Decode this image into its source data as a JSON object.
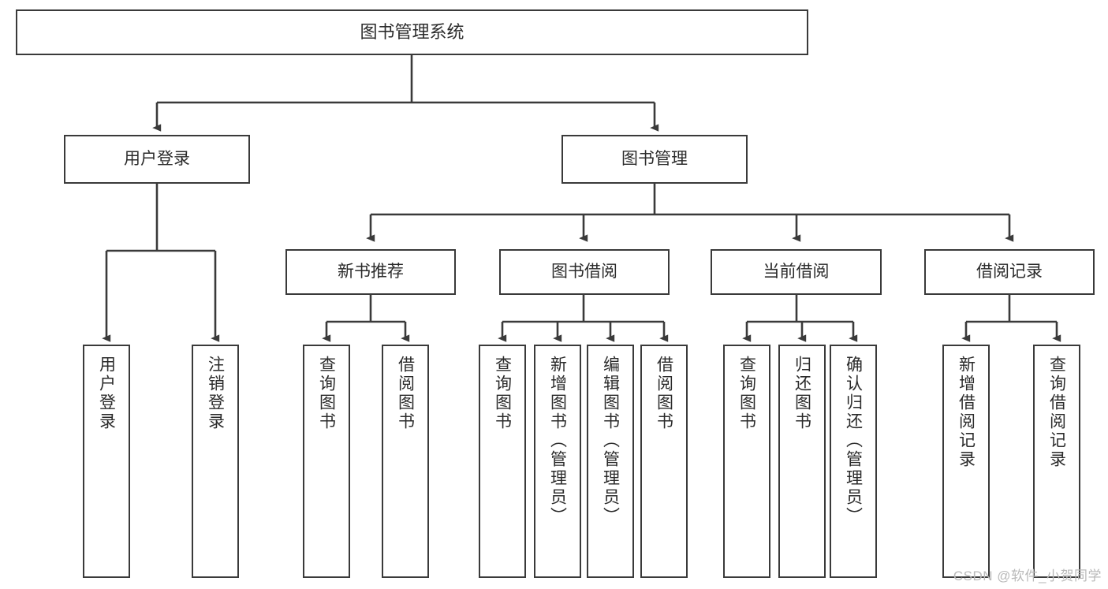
{
  "diagram": {
    "type": "tree",
    "title": "图书管理系统",
    "orientation": "top-down",
    "theme": {
      "background": "#ffffff",
      "node_fill": "#ffffff",
      "node_stroke": "#3a3a3a",
      "edge_stroke": "#3a3a3a",
      "text_color": "#2b2b2b",
      "watermark_color": "#b9b9b9"
    },
    "root": {
      "label": "图书管理系统"
    },
    "level2": [
      {
        "label": "用户登录"
      },
      {
        "label": "图书管理"
      }
    ],
    "level3": [
      {
        "label": "新书推荐"
      },
      {
        "label": "图书借阅"
      },
      {
        "label": "当前借阅"
      },
      {
        "label": "借阅记录"
      }
    ],
    "leaves": {
      "user_login": [
        {
          "label": "用户登录"
        },
        {
          "label": "注销登录"
        }
      ],
      "new_book_recommend": [
        {
          "label": "查询图书"
        },
        {
          "label": "借阅图书"
        }
      ],
      "book_borrow": [
        {
          "label": "查询图书"
        },
        {
          "label": "新增图书（管理员）"
        },
        {
          "label": "编辑图书（管理员）"
        },
        {
          "label": "借阅图书"
        }
      ],
      "current_borrow": [
        {
          "label": "查询图书"
        },
        {
          "label": "归还图书"
        },
        {
          "label": "确认归还（管理员）"
        }
      ],
      "borrow_record": [
        {
          "label": "新增借阅记录"
        },
        {
          "label": "查询借阅记录"
        }
      ]
    },
    "watermark": "CSDN @软件_小贺同学"
  }
}
